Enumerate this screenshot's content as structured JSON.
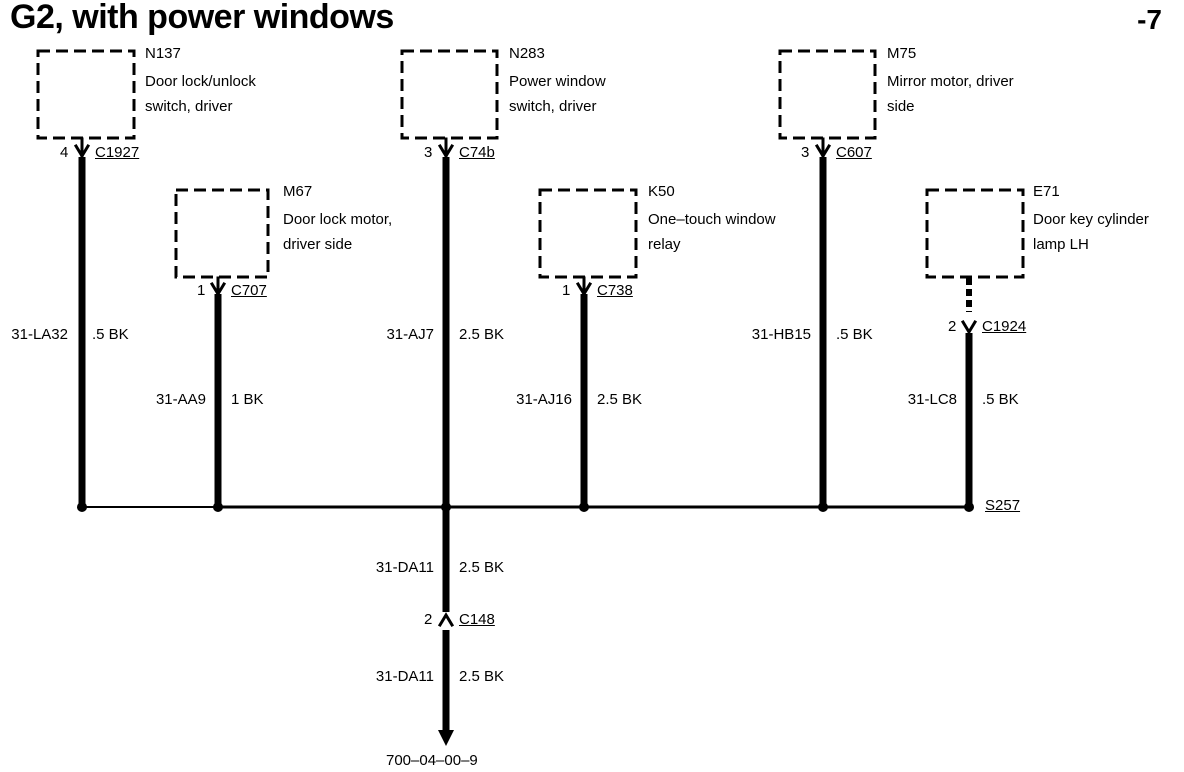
{
  "title": "G2, with power windows",
  "page_ref": "-7",
  "components": [
    {
      "id": "N137",
      "line1": "Door lock/unlock",
      "line2": "switch, driver",
      "pin": "4",
      "connector": "C1927",
      "circuit": "31-LA32",
      "wire": ".5 BK"
    },
    {
      "id": "M67",
      "line1": "Door lock motor,",
      "line2": "driver side",
      "pin": "1",
      "connector": "C707",
      "circuit": "31-AA9",
      "wire": "1 BK"
    },
    {
      "id": "N283",
      "line1": "Power window",
      "line2": "switch, driver",
      "pin": "3",
      "connector": "C74b",
      "circuit": "31-AJ7",
      "wire": "2.5 BK"
    },
    {
      "id": "K50",
      "line1": "One–touch window",
      "line2": "relay",
      "pin": "1",
      "connector": "C738",
      "circuit": "31-AJ16",
      "wire": "2.5 BK"
    },
    {
      "id": "M75",
      "line1": "Mirror motor, driver",
      "line2": "side",
      "pin": "3",
      "connector": "C607",
      "circuit": "31-HB15",
      "wire": ".5 BK"
    },
    {
      "id": "E71",
      "line1": "Door key cylinder",
      "line2": "lamp LH",
      "pin": "2",
      "connector": "C1924",
      "circuit": "31-LC8",
      "wire": ".5 BK"
    }
  ],
  "splice": "S257",
  "trunk": {
    "upper_circuit": "31-DA11",
    "upper_wire": "2.5 BK",
    "pin": "2",
    "connector": "C148",
    "lower_circuit": "31-DA11",
    "lower_wire": "2.5 BK",
    "ground_ref": "700–04–00–9"
  }
}
